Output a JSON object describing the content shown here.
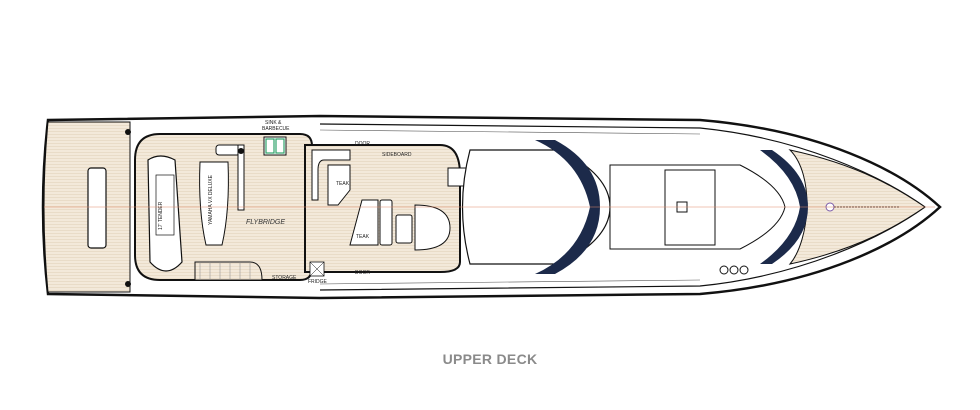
{
  "caption": "UPPER DECK",
  "labels": {
    "sink_barbecue_1": "SINK &",
    "sink_barbecue_2": "BARBECUE",
    "flybridge": "FLYBRIDGE",
    "sideboard": "SIDEBOARD",
    "teak_1": "TEAK",
    "teak_2": "TEAK",
    "storage": "STORAGE",
    "fridge": "FRIDGE",
    "door_top": "DOOR",
    "door_bottom": "DOOR",
    "tender": "17' TENDER",
    "jetski": "YAMAHA VX DELUXE"
  },
  "colors": {
    "deck": "#f3e9da",
    "teak_lines": "#e3d3bd",
    "windscreen": "#1c2a4a",
    "outline": "#111111",
    "centerline": "#e08a6a",
    "sink": "#2ea36b"
  }
}
